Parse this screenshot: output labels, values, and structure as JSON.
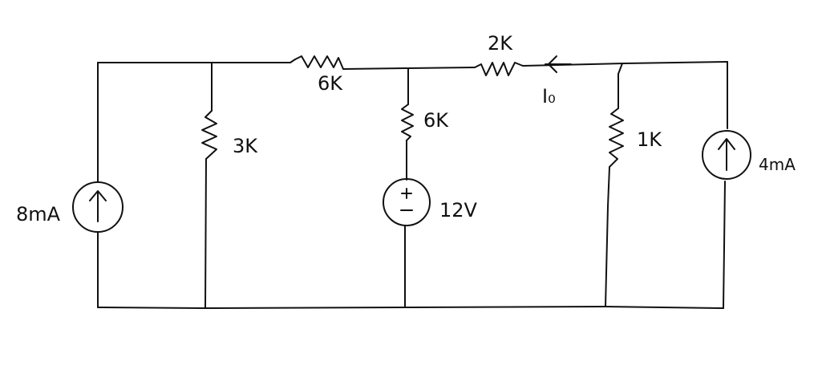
{
  "components": {
    "source_left": {
      "label": "8mA"
    },
    "r_shunt_3k": {
      "label": "3K"
    },
    "r_top_6k": {
      "label": "6K"
    },
    "r_mid_6k": {
      "label": "6K"
    },
    "v_source": {
      "label": "12V",
      "polarity": "±"
    },
    "r_top_2k": {
      "label": "2K"
    },
    "current_io": {
      "label": "I₀"
    },
    "r_1k": {
      "label": "1K"
    },
    "source_right": {
      "label": "4mA"
    }
  },
  "colors": {
    "ink": "#111111",
    "background": "#ffffff"
  }
}
